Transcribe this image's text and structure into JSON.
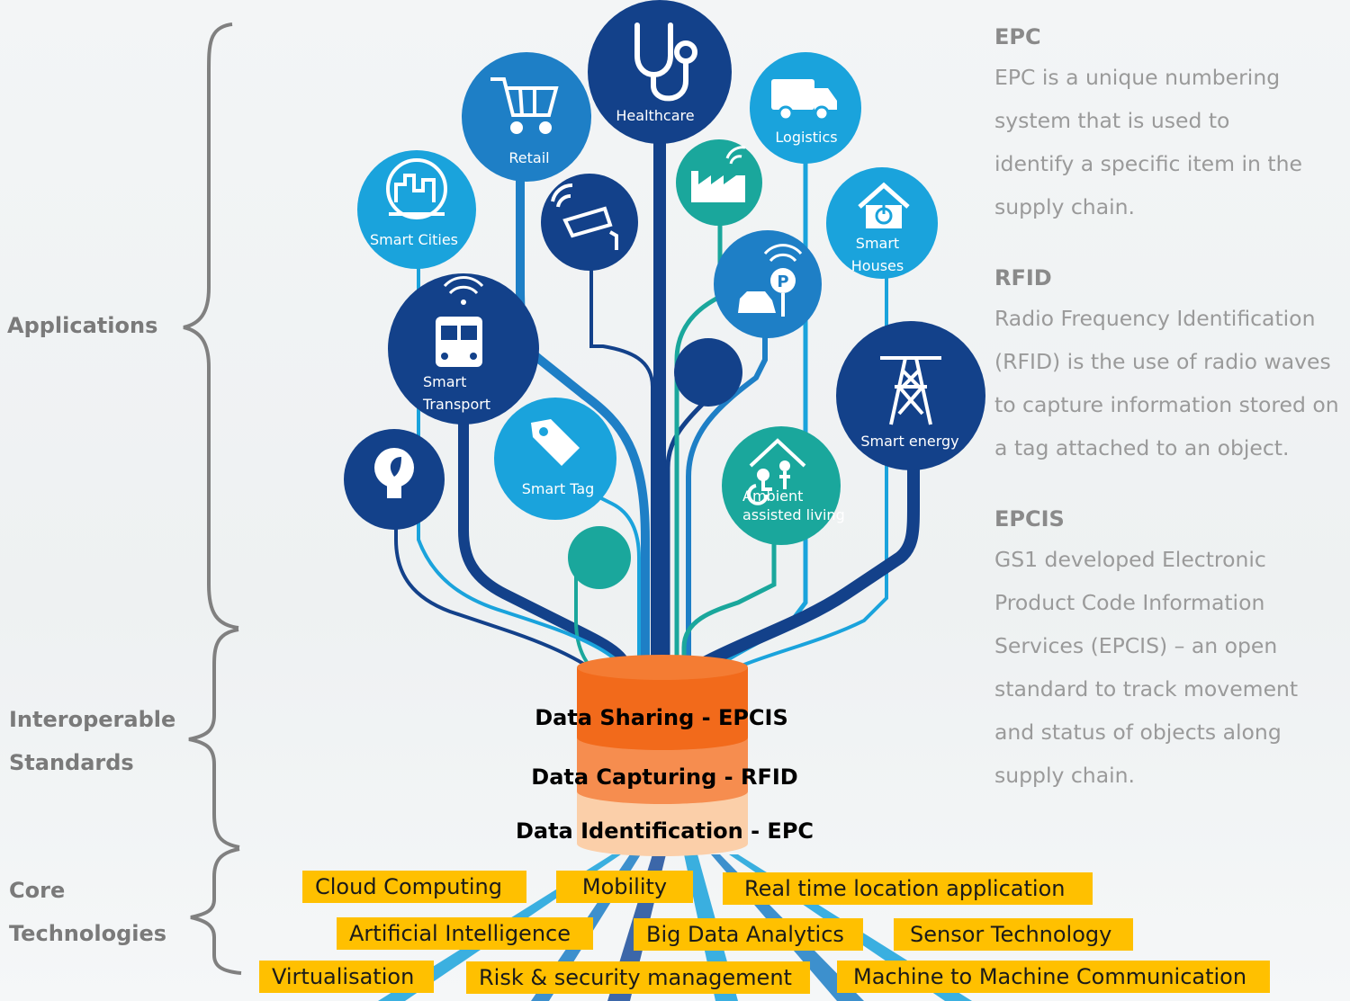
{
  "side_labels": {
    "applications": "Applications",
    "interop_1": "Interoperable",
    "interop_2": "Standards",
    "core_1": "Core",
    "core_2": "Technologies"
  },
  "nodes": {
    "healthcare": "Healthcare",
    "retail": "Retail",
    "logistics": "Logistics",
    "smart_cities": "Smart Cities",
    "smart_houses_1": "Smart",
    "smart_houses_2": "Houses",
    "smart_transport_1": "Smart",
    "smart_transport_2": "Transport",
    "smart_energy": "Smart energy",
    "smart_tag": "Smart  Tag",
    "ambient_1": "Ambient",
    "ambient_2": "assisted living"
  },
  "database": {
    "layer1": "Data Sharing - EPCIS",
    "layer2": "Data Capturing - RFID",
    "layer3": "Data Identification - EPC"
  },
  "info": {
    "epc_title": "EPC",
    "epc_lines": [
      "EPC is a unique numbering",
      "system that is used to",
      "identify a specific item in the",
      "supply chain."
    ],
    "rfid_title": "RFID",
    "rfid_lines": [
      "Radio Frequency Identification",
      "(RFID) is the use of radio waves",
      "to capture information stored on",
      "a tag attached to an object."
    ],
    "epcis_title": "EPCIS",
    "epcis_lines": [
      "GS1 developed Electronic",
      "Product Code Information",
      "Services (EPCIS) – an open",
      "standard to track movement",
      "and status of objects along",
      "supply chain."
    ]
  },
  "technologies": {
    "cloud": "Cloud Computing",
    "mobility": "Mobility",
    "rtla": "Real time location application",
    "ai": "Artificial Intelligence",
    "bigdata": "Big Data Analytics",
    "sensor": "Sensor Technology",
    "virtualisation": "Virtualisation",
    "risk": "Risk & security management",
    "m2m": "Machine to Machine Communication"
  },
  "colors": {
    "navy": "#13418a",
    "dark_blue": "#1d4f9c",
    "mid_blue": "#1e7fc6",
    "light_blue": "#1aa3dc",
    "teal": "#1aa79c",
    "orange_top": "#f26a1b",
    "orange_mid": "#f68d4f",
    "peach": "#fbcfa9",
    "tech_yellow": "#ffc000",
    "brace_gray": "#808080"
  },
  "icons": [
    "stethoscope-icon",
    "cart-icon",
    "truck-icon",
    "city-icon",
    "factory-icon",
    "cctv-icon",
    "house-power-icon",
    "parking-icon",
    "bus-icon",
    "pylon-icon",
    "bulb-icon",
    "tag-icon",
    "accessible-home-icon"
  ]
}
